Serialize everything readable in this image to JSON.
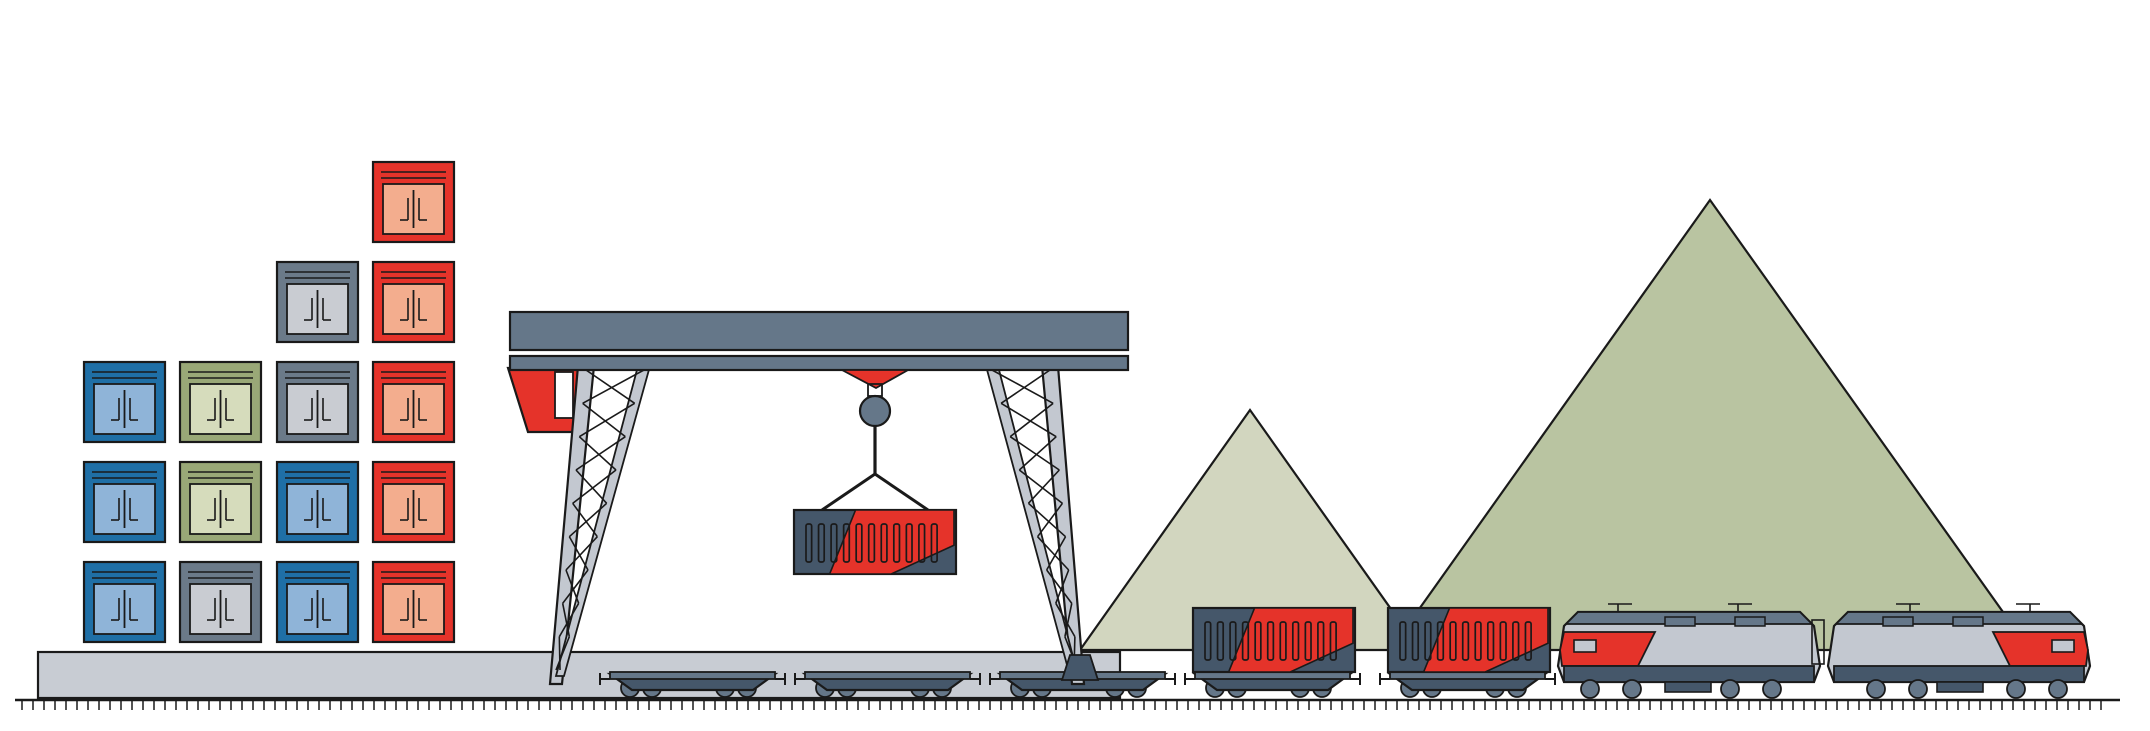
{
  "colors": {
    "outline": "#1a1a1a",
    "steel_dark": "#45576a",
    "steel_mid": "#657789",
    "steel_light": "#c3c8d0",
    "platform": "#c8ccd3",
    "red": "#e5332a",
    "salmon": "#f3ad8e",
    "blue": "#1f6fa6",
    "blue_light": "#8fb4d8",
    "olive": "#99a877",
    "olive_light": "#d6dcbc",
    "grey_box": "#6b7a89",
    "grey_light": "#c9ccd2",
    "mound_small": "#d2d6bf",
    "mound_big": "#b9c4a1"
  },
  "container_stacks": [
    [
      "blue",
      "blue",
      "blue"
    ],
    [
      "grey",
      "olive",
      "olive"
    ],
    [
      "blue",
      "blue",
      "grey",
      "grey"
    ],
    [
      "red",
      "red",
      "red",
      "red",
      "red"
    ]
  ],
  "scene_parts": {
    "gantry_crane": "gantry-crane",
    "hanging_container": "hanging-container",
    "flat_wagons": 3,
    "loaded_wagons": 2,
    "locomotives": 2,
    "sand_mounds": 2
  }
}
